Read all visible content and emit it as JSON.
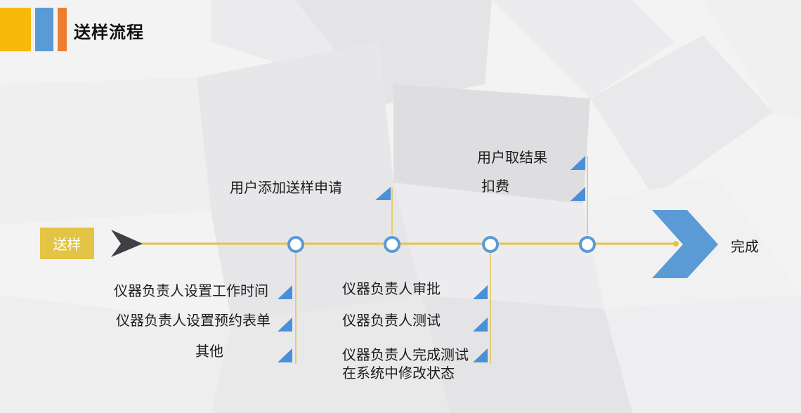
{
  "title": "送样流程",
  "colors": {
    "accent_yellow": "#f7b90b",
    "accent_blue": "#5b9bd5",
    "accent_orange": "#ed7d31",
    "line": "#e5c24a",
    "start_box": "#e3c444",
    "node_stroke": "#5b9bd5",
    "marker": "#4a90d9",
    "arrow_dark": "#3f3f44"
  },
  "start_label": "送样",
  "end_label": "完成",
  "above": {
    "step3": "用户添加送样申请",
    "step4": [
      "用户取结果",
      "扣费"
    ]
  },
  "below": {
    "step1": [
      "仪器负责人设置工作时间",
      "仪器负责人设置预约表单",
      "其他"
    ],
    "step3": [
      "仪器负责人审批",
      "仪器负责人测试",
      "仪器负责人完成测试在系统中修改状态"
    ]
  }
}
